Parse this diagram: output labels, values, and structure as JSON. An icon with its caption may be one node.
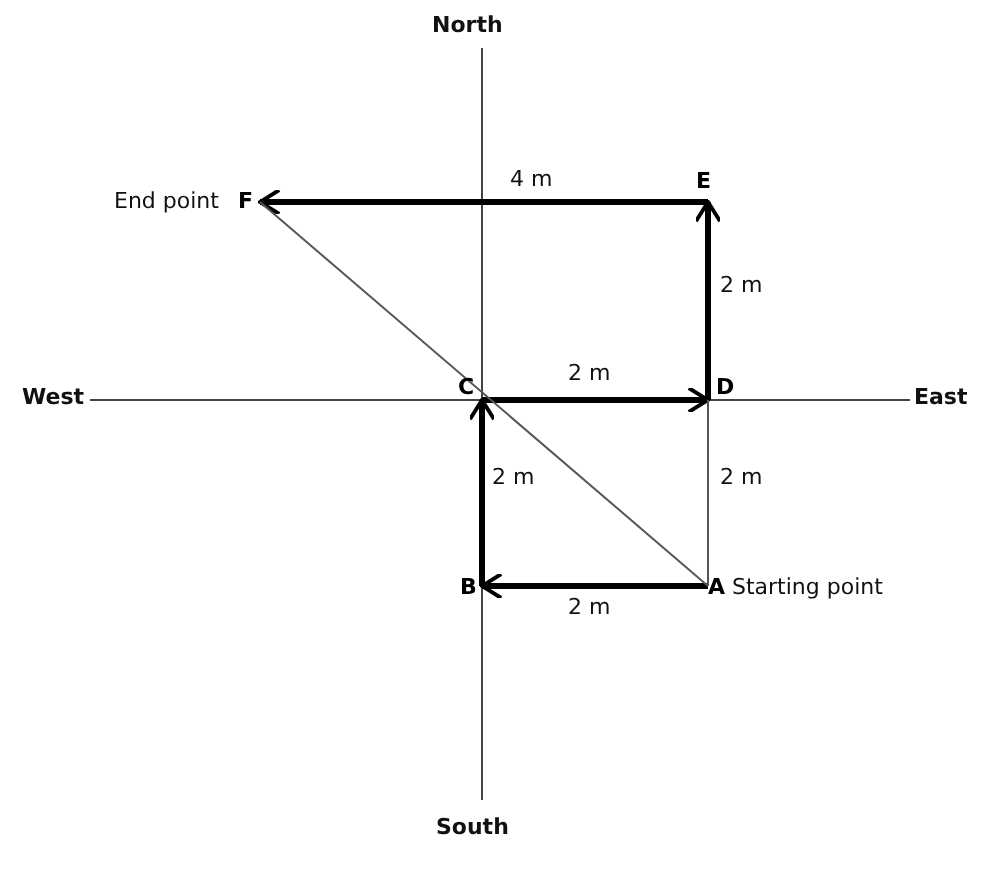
{
  "diagram": {
    "nodes": [
      {
        "text": [
          "F"
        ],
        "beside": [
          "End point"
        ]
      },
      {
        "text": [
          "E"
        ]
      },
      {
        "text": [
          "C"
        ]
      },
      {
        "text": [
          "D"
        ]
      },
      {
        "text": [
          "B"
        ]
      },
      {
        "text": [
          "A"
        ],
        "beside": [
          "Starting point"
        ]
      }
    ],
    "edges": [
      {
        "from": 5,
        "to": 4,
        "arrow": "to",
        "label": "2 m"
      },
      {
        "from": 4,
        "to": 2,
        "arrow": "to",
        "label": "2 m"
      },
      {
        "from": 2,
        "to": 3,
        "arrow": "to",
        "label": "2 m"
      },
      {
        "from": 3,
        "to": 1,
        "arrow": "to",
        "label": "2 m"
      },
      {
        "from": 1,
        "to": 0,
        "arrow": "to",
        "label": "4 m"
      },
      {
        "from": 5,
        "to": 0,
        "arrow": "none",
        "color": "#555555"
      },
      {
        "from": 3,
        "to": 5,
        "arrow": "none",
        "label": "2 m",
        "color": "#555555"
      }
    ],
    "labels": [
      "North",
      "West",
      "East",
      "South"
    ]
  }
}
